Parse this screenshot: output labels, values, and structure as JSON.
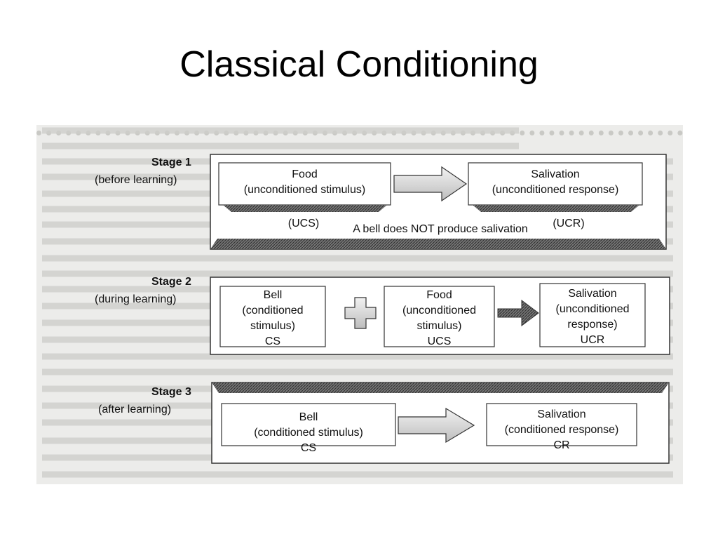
{
  "title": "Classical Conditioning",
  "stages": [
    {
      "name": "Stage 1",
      "phase": "(before learning)",
      "left_box": {
        "line1": "Food",
        "line2": "(unconditioned stimulus)",
        "abbr": "(UCS)"
      },
      "right_box": {
        "line1": "Salivation",
        "line2": "(unconditioned response)",
        "abbr": "(UCR)"
      },
      "note": "A bell does NOT produce salivation"
    },
    {
      "name": "Stage 2",
      "phase": "(during learning)",
      "box1": {
        "line1": "Bell",
        "line2": "(conditioned",
        "line3": "stimulus)",
        "abbr": "CS"
      },
      "box2": {
        "line1": "Food",
        "line2": "(unconditioned",
        "line3": "stimulus)",
        "abbr": "UCS"
      },
      "box3": {
        "line1": "Salivation",
        "line2": "(unconditioned",
        "line3": "response)",
        "abbr": "UCR"
      }
    },
    {
      "name": "Stage 3",
      "phase": "(after learning)",
      "left_box": {
        "line1": "Bell",
        "line2": "(conditioned stimulus)",
        "abbr": "CS"
      },
      "right_box": {
        "line1": "Salivation",
        "line2": "(conditioned response)",
        "abbr": "CR"
      }
    }
  ]
}
